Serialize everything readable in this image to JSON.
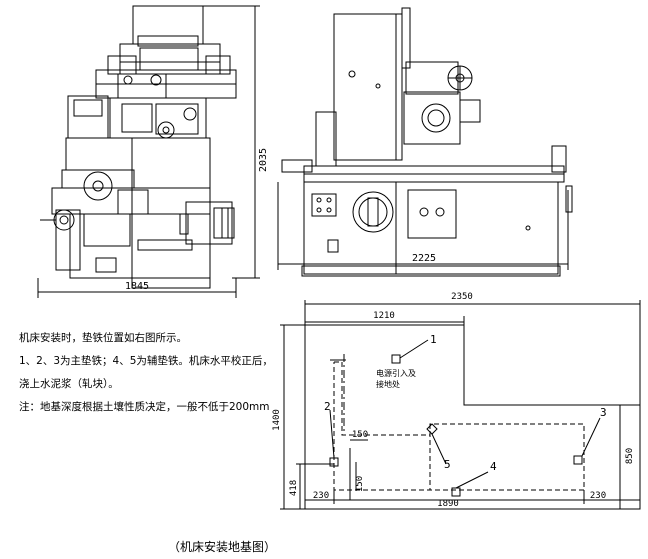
{
  "front_view": {
    "height_dim": "2035",
    "width_dim": "1845"
  },
  "side_view": {
    "width_dim": "2225"
  },
  "foundation_plan": {
    "overall_width": "2350",
    "upper_width": "1210",
    "height_dim": "1400",
    "right_height": "850",
    "bottom_offset": "418",
    "left_margin": "230",
    "right_margin": "230",
    "bolt_spacing": "1890",
    "pad_size_a": "150",
    "pad_size_b": "150",
    "wire_note": "电源引入及\n接地处",
    "callouts": [
      "1",
      "2",
      "3",
      "4",
      "5"
    ]
  },
  "notes": [
    "机床安装时，垫铁位置如右图所示。",
    "1、2、3为主垫铁；4、5为辅垫铁。机床水平校正后，",
    "浇上水泥浆（轧块）。",
    "注：地基深度根据土壤性质决定，一般不低于200mm"
  ],
  "caption": "（机床安装地基图）"
}
